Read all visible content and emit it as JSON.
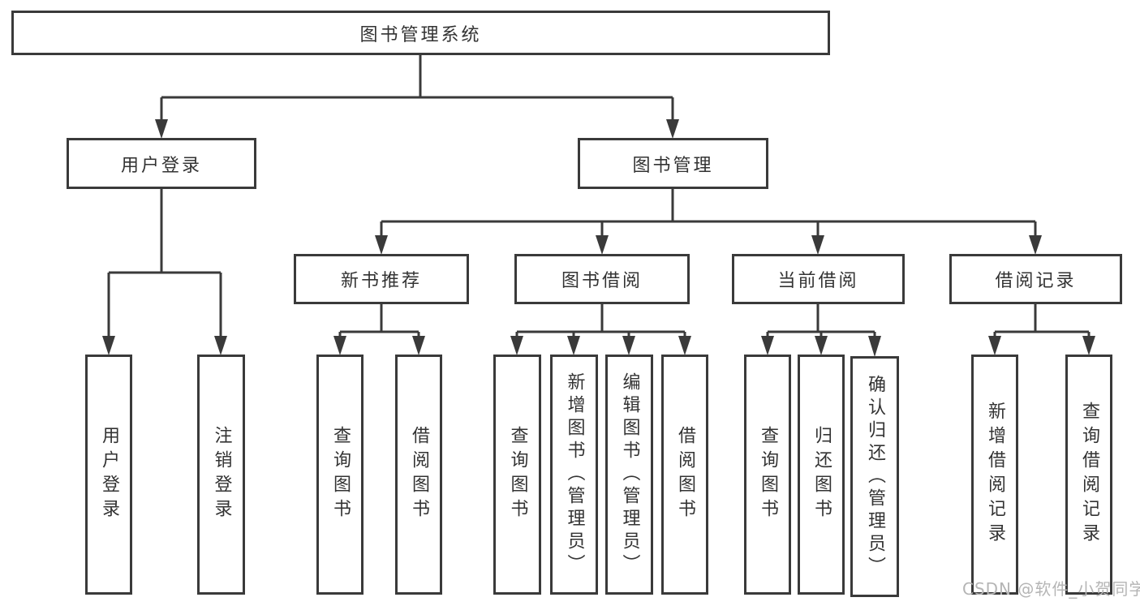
{
  "tree": {
    "root": {
      "label": "图书管理系统"
    },
    "branches": [
      {
        "label": "用户登录",
        "children": [
          {
            "label": "用户登录"
          },
          {
            "label": "注销登录"
          }
        ]
      },
      {
        "label": "图书管理",
        "children": [
          {
            "label": "新书推荐",
            "children": [
              {
                "label": "查询图书"
              },
              {
                "label": "借阅图书"
              }
            ]
          },
          {
            "label": "图书借阅",
            "children": [
              {
                "label": "查询图书"
              },
              {
                "label": "新增图书（管理员）"
              },
              {
                "label": "编辑图书（管理员）"
              },
              {
                "label": "借阅图书"
              }
            ]
          },
          {
            "label": "当前借阅",
            "children": [
              {
                "label": "查询图书"
              },
              {
                "label": "归还图书"
              },
              {
                "label": "确认归还（管理员）"
              }
            ]
          },
          {
            "label": "借阅记录",
            "children": [
              {
                "label": "新增借阅记录"
              },
              {
                "label": "查询借阅记录"
              }
            ]
          }
        ]
      }
    ]
  },
  "watermark": {
    "text": "CSDN @软件_小贺同学"
  },
  "colors": {
    "line": "#3a3a3a",
    "text": "#333333",
    "watermark": "#b5b5b5",
    "background": "#ffffff"
  }
}
